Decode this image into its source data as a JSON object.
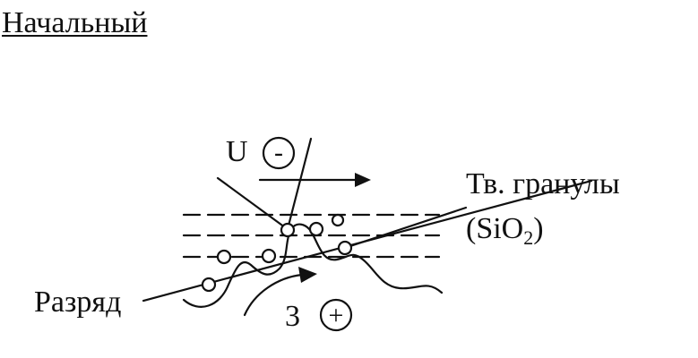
{
  "heading": "Начальный",
  "labels": {
    "potential": "U",
    "potential_sign": "-",
    "granules_line1": "Тв. гранулы",
    "granules_line2_prefix": "(SiO",
    "granules_line2_sub": "2",
    "granules_line2_suffix": ")",
    "discharge": "Разряд",
    "ground": "3",
    "ground_sign": "+"
  },
  "colors": {
    "ink": "#111111",
    "background": "#ffffff"
  }
}
